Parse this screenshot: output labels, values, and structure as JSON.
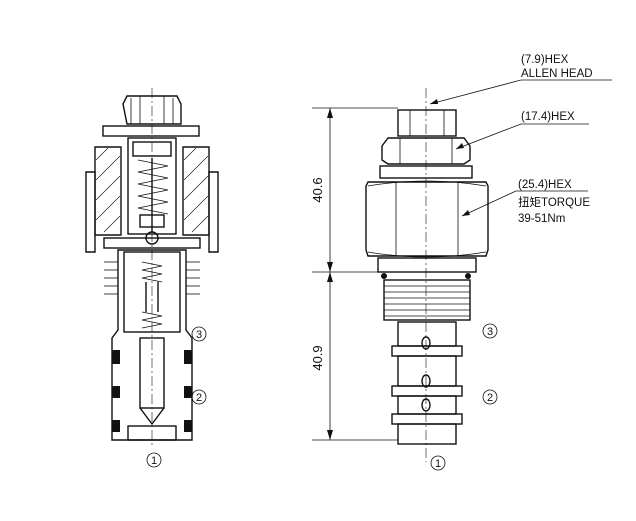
{
  "labels": {
    "allen_hex_line1": "(7.9)HEX",
    "allen_hex_line2": "ALLEN HEAD",
    "hex_mid": "(17.4)HEX",
    "hex_body": "(25.4)HEX",
    "torque": "扭矩TORQUE",
    "torque_value": "39-51Nm"
  },
  "dimensions": {
    "upper": "40.6",
    "lower": "40.9"
  },
  "ports": {
    "p1": "1",
    "p2": "2",
    "p3": "3"
  },
  "colors": {
    "line": "#111111",
    "background": "#ffffff"
  }
}
